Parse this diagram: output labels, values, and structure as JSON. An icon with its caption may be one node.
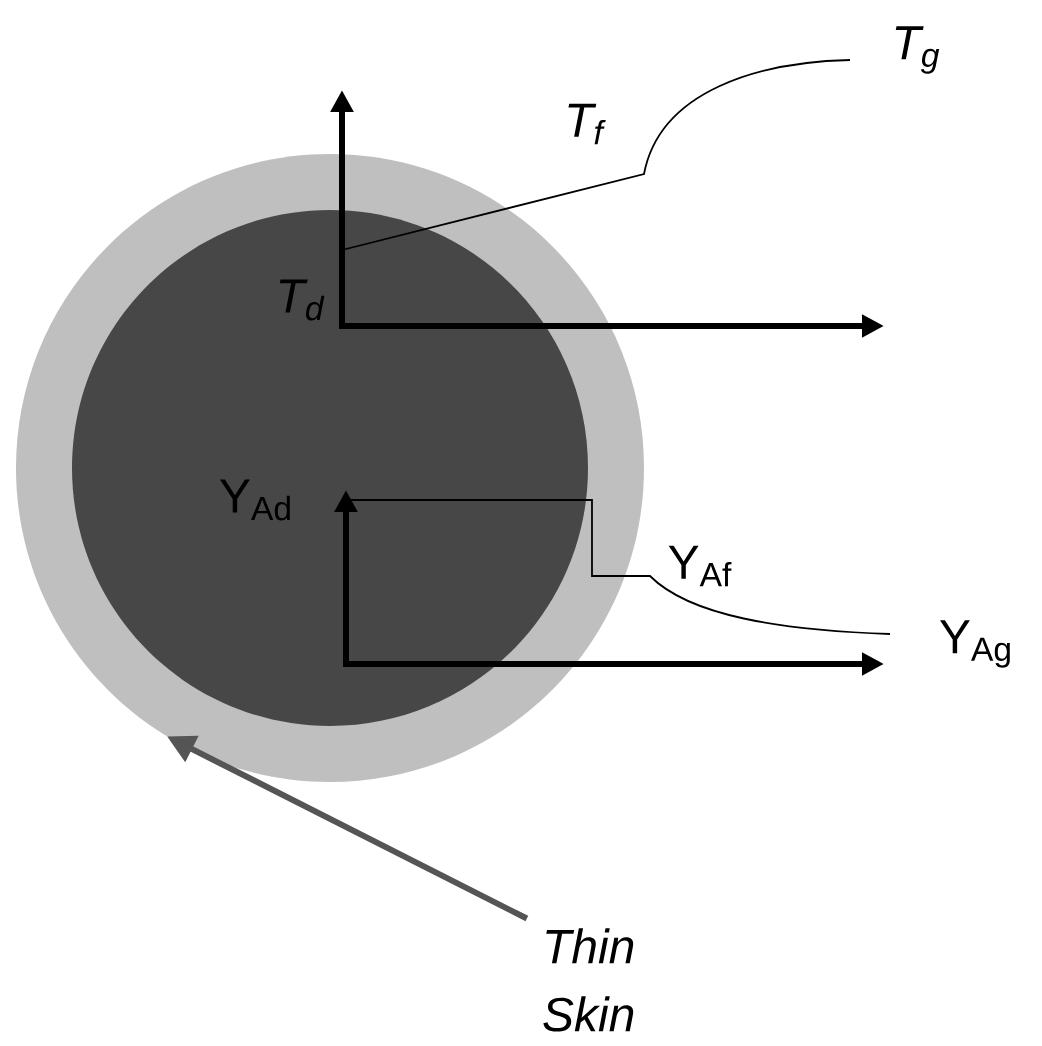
{
  "diagram": {
    "nodes": [
      {
        "text": [
          "Thin Skin"
        ]
      },
      {
        "text": [],
        "shape": "circle"
      }
    ],
    "edges": [
      {
        "from": 0,
        "to": 1,
        "arrow": "to",
        "color": "#555555"
      }
    ],
    "labels": [
      "T$_{f}$",
      "T$_{g}$",
      "T$_{d}$",
      "Y$_{Ad}$",
      "Y$_{Af}$",
      "Y$_{Ag}$"
    ]
  }
}
